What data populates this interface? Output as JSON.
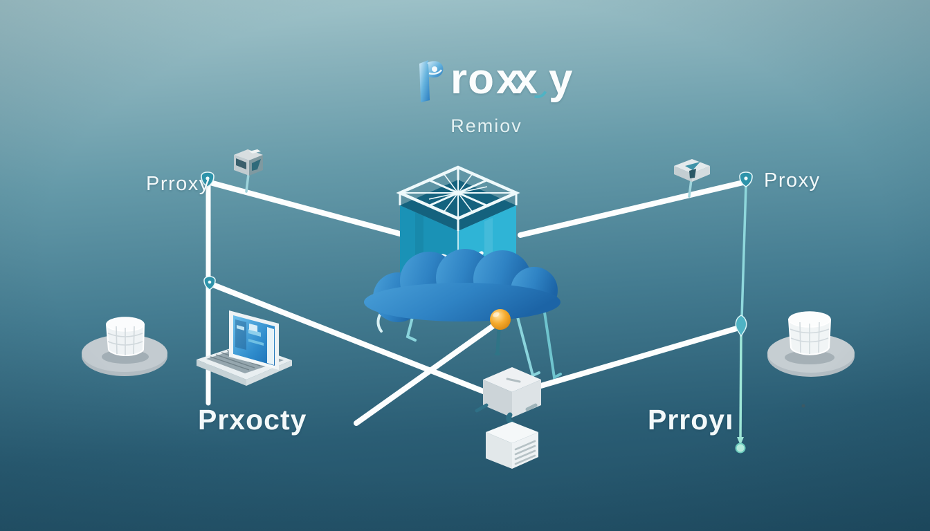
{
  "header": {
    "title_segments": [
      "ro",
      "xx",
      "y"
    ],
    "subtitle": "Remiov"
  },
  "labels": {
    "left": "Prroxy",
    "right": "Proxy",
    "bottom_left": "Prxocty",
    "bottom_right": "Prroyı"
  },
  "icons": {
    "logo": "proxy-logo-icon",
    "cloud": "cloud-icon",
    "cube": "proxy-server-cube-icon",
    "laptop": "laptop-icon",
    "database_left": "database-cylinder-icon",
    "database_right": "database-cylinder-icon",
    "camera": "camera-device-icon",
    "package": "package-node-icon",
    "relay_cube": "relay-cube-icon",
    "server_box": "server-box-icon",
    "orange_pin": "orange-pin-node",
    "shield": "shield-badge-icon",
    "drop_marker": "drop-marker-icon",
    "endpoint": "endpoint-dot"
  },
  "colors": {
    "bg_top": "#a6c8cd",
    "bg_bottom": "#204d63",
    "cloud_blue": "#2f83c4",
    "cube_teal": "#29a8cb",
    "accent_teal": "#4fb3c4",
    "pin_orange": "#f0a12e",
    "line_white": "#ffffff",
    "mint": "#9fe8d8"
  }
}
